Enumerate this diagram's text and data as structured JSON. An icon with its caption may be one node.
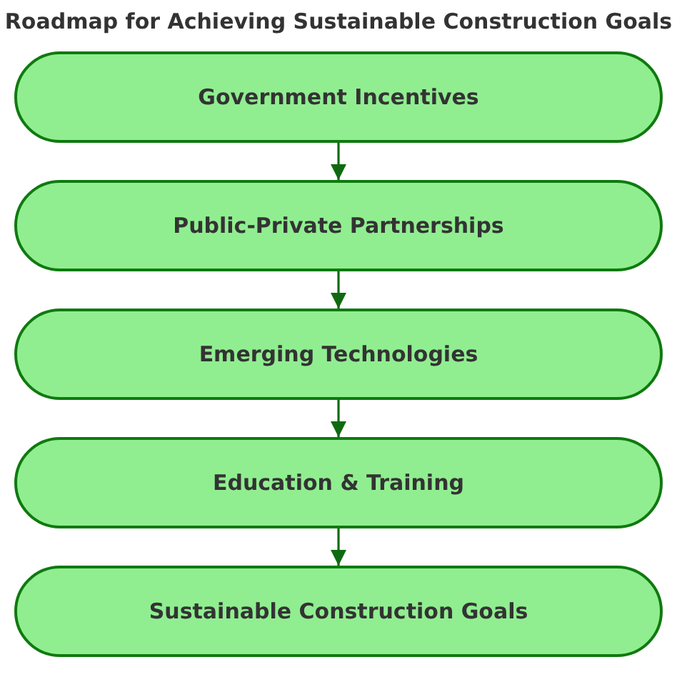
{
  "diagram": {
    "title": "Roadmap for Achieving Sustainable Construction Goals",
    "nodes": [
      {
        "text": [
          "Government Incentives"
        ]
      },
      {
        "text": [
          "Public-Private Partnerships"
        ]
      },
      {
        "text": [
          "Emerging Technologies"
        ]
      },
      {
        "text": [
          "Education & Training"
        ]
      },
      {
        "text": [
          "Sustainable Construction Goals"
        ]
      }
    ],
    "edges": [
      {
        "from": 0,
        "to": 1,
        "arrow": "to"
      },
      {
        "from": 1,
        "to": 2,
        "arrow": "to"
      },
      {
        "from": 2,
        "to": 3,
        "arrow": "to"
      },
      {
        "from": 3,
        "to": 4,
        "arrow": "to"
      }
    ]
  }
}
